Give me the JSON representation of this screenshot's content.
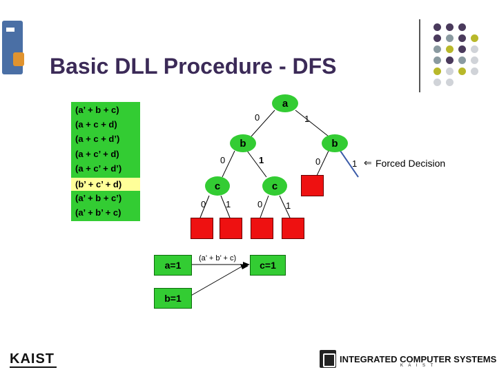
{
  "slide": {
    "title": "Basic DLL Procedure - DFS"
  },
  "clauses": [
    "(a’ + b + c)",
    "(a + c + d)",
    "(a + c + d’)",
    "(a + c’ + d)",
    "(a + c’ + d’)",
    "(b’ + c’ + d)",
    "(a’ + b + c’)",
    "(a’ + b’ + c)"
  ],
  "highlighted_clause_index": 5,
  "tree": {
    "root": "a",
    "left_b": "b",
    "right_b": "b",
    "left_c": "c",
    "right_c": "c",
    "labels": {
      "a_left": "0",
      "a_right": "1",
      "lb_left": "0",
      "lb_right": "1",
      "rb_left": "0",
      "rb_right": "1",
      "lc_left": "0",
      "lc_right": "1",
      "rc_left": "0",
      "rc_right": "1"
    },
    "forced_decision": "Forced Decision",
    "forced_arrow_glyph": "⇐"
  },
  "implication_graph": {
    "node_a": "a=1",
    "node_b": "b=1",
    "node_c": "c=1",
    "edge_label": "(a’ + b’ + c)"
  },
  "footer": {
    "left_logo": "KAIST",
    "right_lab": "INTEGRATED COMPUTER SYSTEMS LAB",
    "right_sub": "K A I S T"
  },
  "colors": {
    "title": "#3b2a57",
    "node_green": "#33cc33",
    "leaf_red": "#ee1111",
    "highlight": "#ffff99",
    "dot_purple": "#4a3a5c",
    "dot_gray": "#8a9aa0",
    "dot_olive": "#b8b82a",
    "dot_light": "#d0d3d8"
  }
}
